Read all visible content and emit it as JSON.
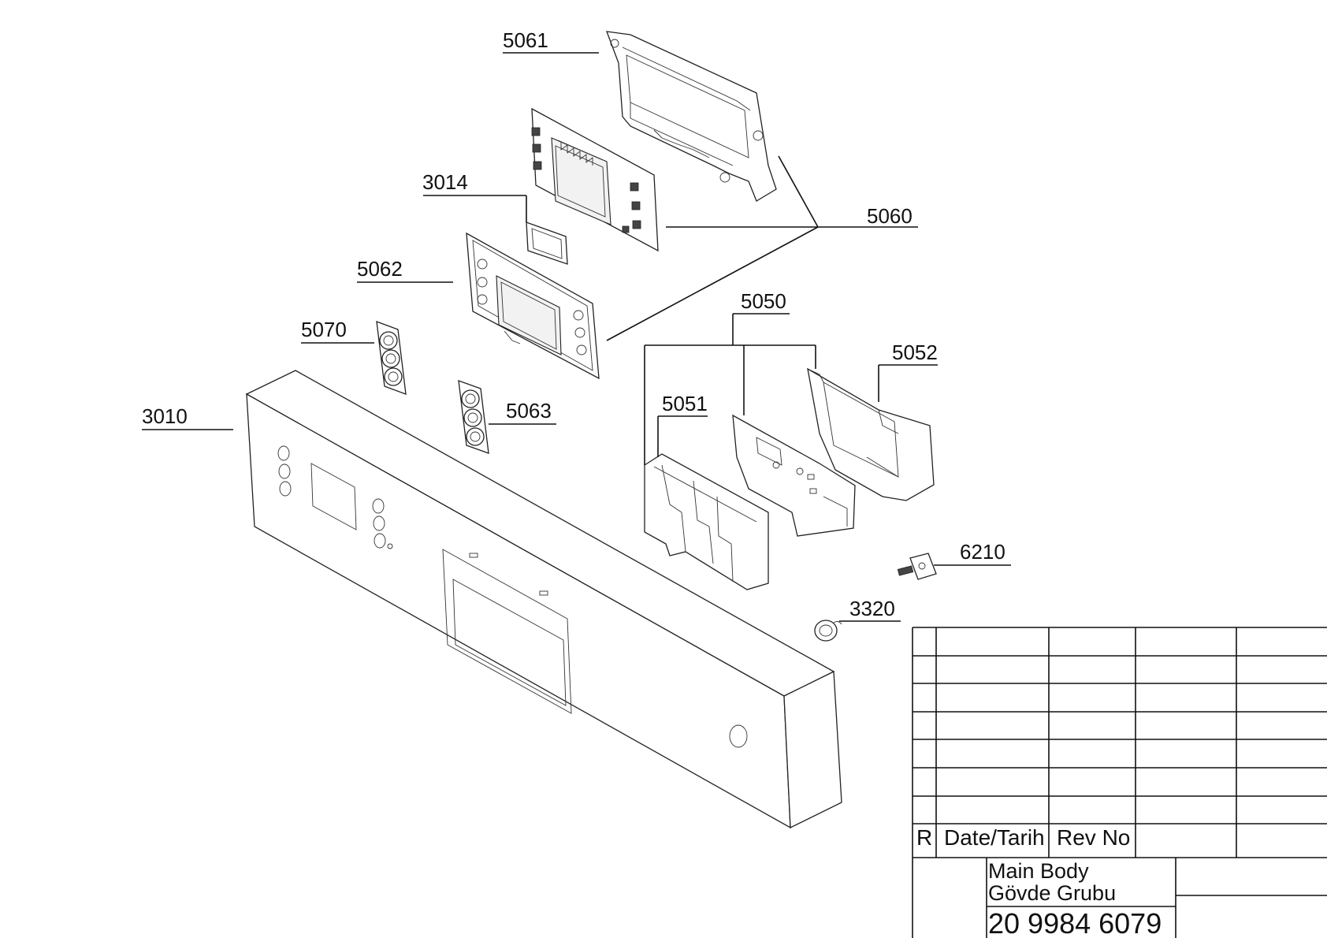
{
  "callouts": {
    "c5061": "5061",
    "c3014": "3014",
    "c5060": "5060",
    "c5062": "5062",
    "c5070": "5070",
    "c3010": "3010",
    "c5063": "5063",
    "c5050": "5050",
    "c5052": "5052",
    "c5051": "5051",
    "c6210": "6210",
    "c3320": "3320"
  },
  "title_block": {
    "revision_header": {
      "r": "R",
      "date": "Date/Tarih",
      "rev_no": "Rev No"
    },
    "title_en": "Main Body",
    "title_tr": "Gövde Grubu",
    "drawing_number": "20 9984 6079"
  }
}
